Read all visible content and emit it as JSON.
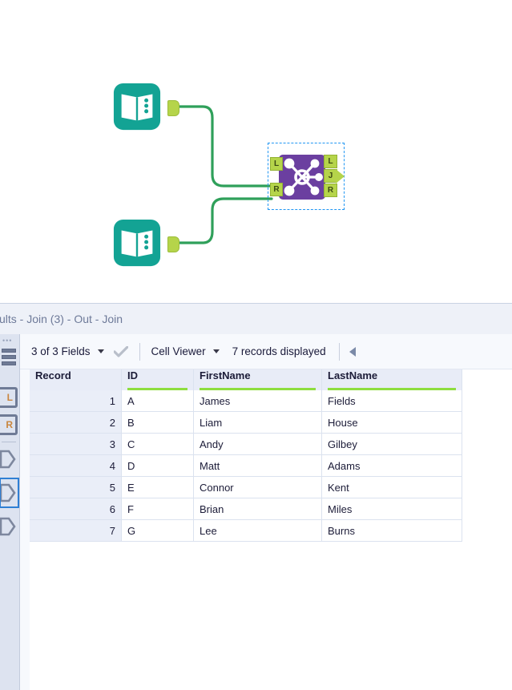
{
  "app": "Alteryx Designer",
  "canvas": {
    "nodes": [
      {
        "id": "input-1",
        "type": "input-data-tool",
        "label": "",
        "icon": "book-input-icon"
      },
      {
        "id": "input-2",
        "type": "input-data-tool",
        "label": "",
        "icon": "book-input-icon"
      },
      {
        "id": "join-1",
        "type": "join-tool",
        "icon": "join-network-icon",
        "selected": true,
        "inputs": [
          "L",
          "R"
        ],
        "outputs": [
          "L",
          "J",
          "R"
        ]
      }
    ],
    "connections": [
      {
        "from": "input-1",
        "to": "join-1",
        "to_anchor": "L"
      },
      {
        "from": "input-2",
        "to": "join-1",
        "to_anchor": "R"
      }
    ],
    "colors": {
      "input_tool": "#13a394",
      "join_tool": "#6b3fa0",
      "anchor": "#b5d44a",
      "connection": "#2fa05a",
      "selection": "#2196f3"
    }
  },
  "results": {
    "title": "sults - Join (3) - Out - Join",
    "toolbar": {
      "fields_label": "3 of 3 Fields",
      "check_icon": "checkmark-icon",
      "viewer_label": "Cell Viewer",
      "records_label": "7 records displayed"
    },
    "sidebar": {
      "list_icon": "list-view-icon",
      "dots_icon": "drag-dots-icon",
      "inputs": [
        {
          "label": "L",
          "name": "anchor-input-left"
        },
        {
          "label": "R",
          "name": "anchor-input-right"
        }
      ],
      "outputs": [
        {
          "label": "L",
          "name": "anchor-output-left",
          "selected": false
        },
        {
          "label": "J",
          "name": "anchor-output-join",
          "selected": true
        },
        {
          "label": "R",
          "name": "anchor-output-right",
          "selected": false
        }
      ]
    },
    "grid": {
      "columns": [
        {
          "key": "record",
          "label": "Record",
          "underline": false
        },
        {
          "key": "id",
          "label": "ID",
          "underline": true
        },
        {
          "key": "first",
          "label": "FirstName",
          "underline": true
        },
        {
          "key": "last",
          "label": "LastName",
          "underline": true
        }
      ],
      "rows": [
        {
          "record": "1",
          "id": "A",
          "first": "James",
          "last": "Fields"
        },
        {
          "record": "2",
          "id": "B",
          "first": "Liam",
          "last": "House"
        },
        {
          "record": "3",
          "id": "C",
          "first": "Andy",
          "last": "Gilbey"
        },
        {
          "record": "4",
          "id": "D",
          "first": "Matt",
          "last": "Adams"
        },
        {
          "record": "5",
          "id": "E",
          "first": "Connor",
          "last": "Kent"
        },
        {
          "record": "6",
          "id": "F",
          "first": "Brian",
          "last": "Miles"
        },
        {
          "record": "7",
          "id": "G",
          "first": "Lee",
          "last": "Burns"
        }
      ]
    }
  }
}
